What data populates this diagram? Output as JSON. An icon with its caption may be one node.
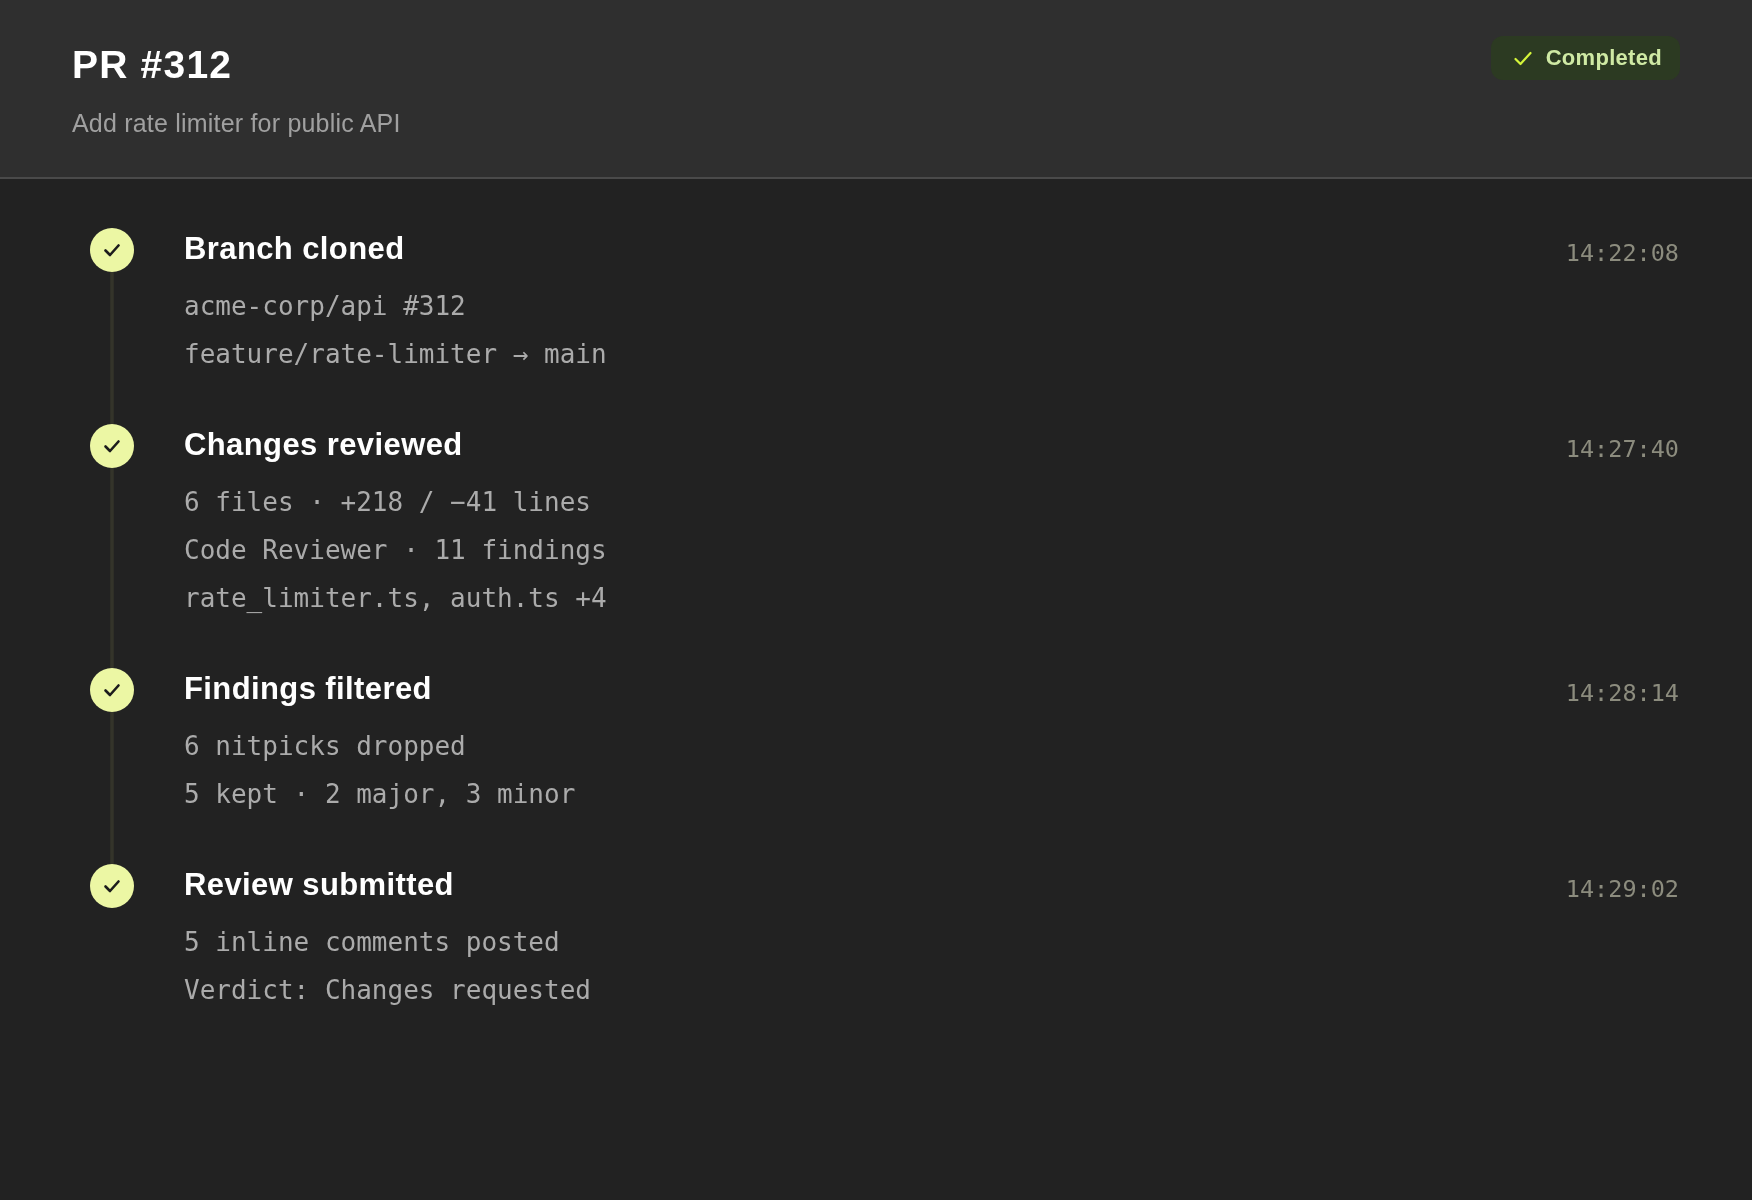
{
  "diagram": {
    "title": "PR #312",
    "nodes": [
      {
        "text": [
          "Completed"
        ]
      },
      {
        "text": [],
        "shape": "circle",
        "beside": [
          "Branch cloned",
          "acme-corp/api #312",
          "feature/rate-limiter → main"
        ]
      },
      {
        "text": [],
        "shape": "circle",
        "beside": [
          "Changes reviewed",
          "6 files · +218 / −41 lines",
          "Code Reviewer · 11 findings",
          "rate_limiter.ts, auth.ts +4"
        ]
      },
      {
        "text": [],
        "shape": "circle",
        "beside": [
          "Findings filtered",
          "6 nitpicks dropped",
          "5 kept · 2 major, 3 minor"
        ]
      },
      {
        "text": [],
        "shape": "circle",
        "beside": [
          "Review submitted",
          "5 inline comments posted",
          "Verdict: Changes requested"
        ]
      }
    ],
    "edges": [
      {
        "from": 1,
        "to": 2,
        "arrow": "none"
      },
      {
        "from": 2,
        "to": 3,
        "arrow": "none"
      },
      {
        "from": 3,
        "to": 4,
        "arrow": "none"
      }
    ],
    "labels": [
      "Add rate limiter for public API",
      "14:22:08",
      "14:27:40",
      "14:28:14",
      "14:29:02"
    ]
  }
}
